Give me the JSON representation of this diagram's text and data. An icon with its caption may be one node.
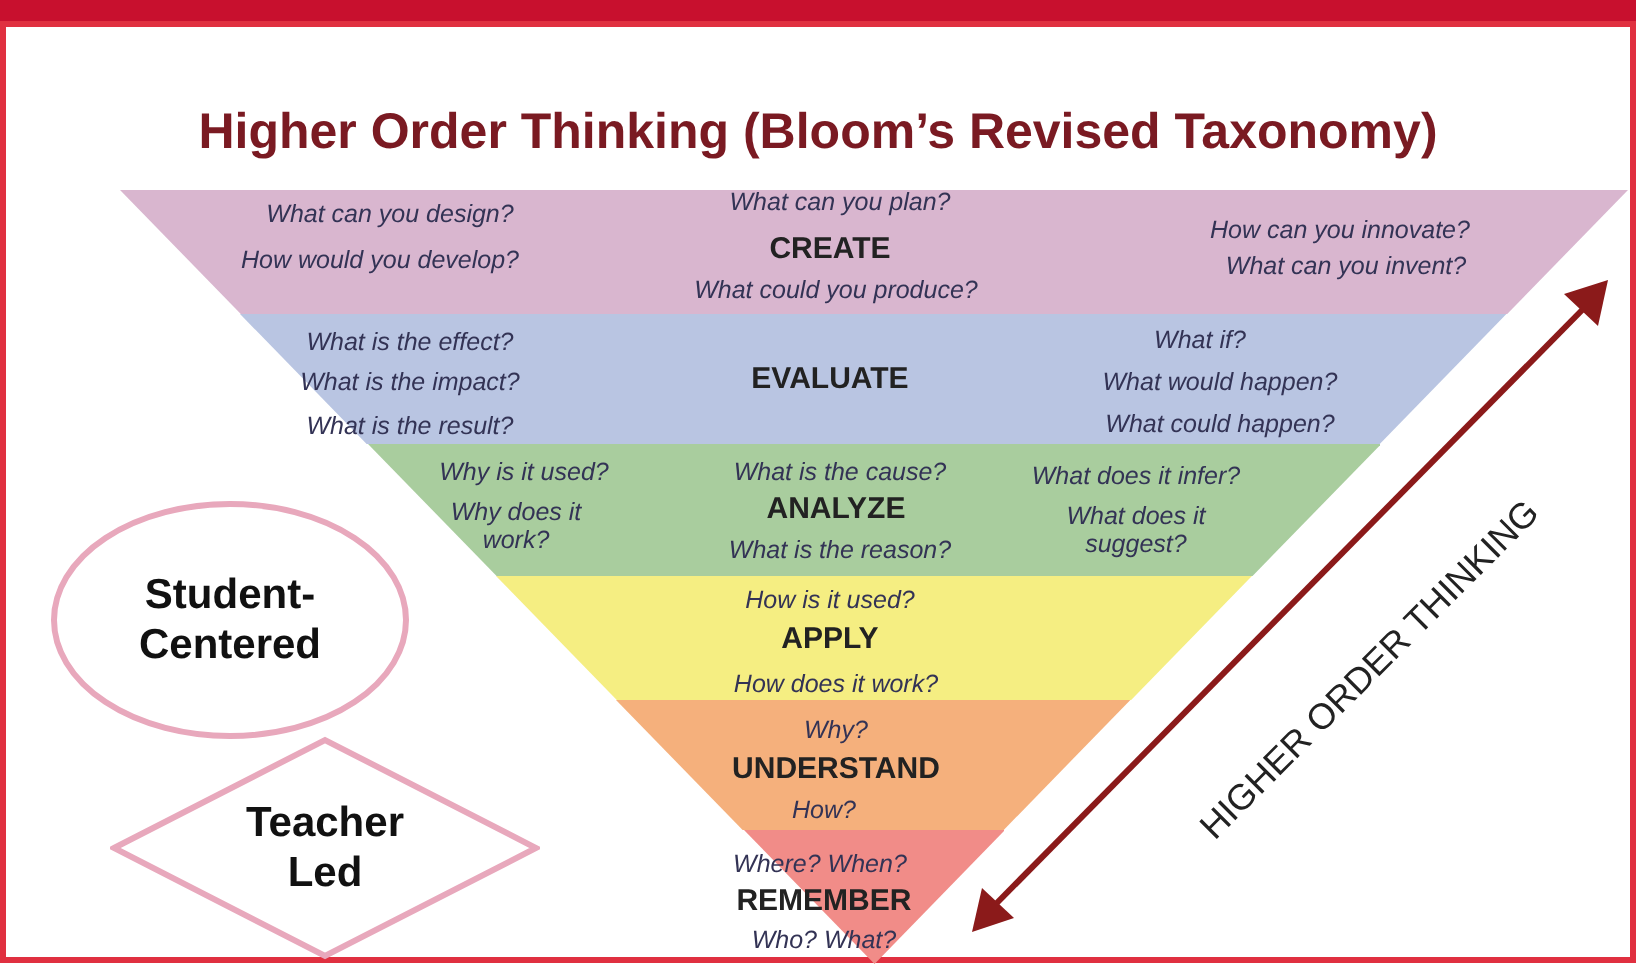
{
  "diagram": {
    "title": "Higher Order Thinking (Bloom’s Revised Taxonomy)",
    "nodes": [
      {
        "text": [
          "What can you design?",
          "How would you develop?",
          "What can you plan?",
          "CREATE",
          "What could you produce?",
          "How can you innovate?",
          "What can you invent?"
        ]
      },
      {
        "text": [
          "What is the effect?",
          "What is the impact?",
          "What is the result?",
          "EVALUATE",
          "What if?",
          "What would happen?",
          "What could happen?"
        ]
      },
      {
        "text": [
          "Why is it used?",
          "Why does it work?",
          "What is the cause?",
          "ANALYZE",
          "What is the reason?",
          "What does it infer?",
          "What does it suggest?"
        ]
      },
      {
        "text": [
          "How is it used?",
          "APPLY",
          "How does it work?"
        ]
      },
      {
        "text": [
          "Why?",
          "UNDERSTAND",
          "How?"
        ]
      },
      {
        "text": [
          "Where? When?",
          "REMEMBER",
          "Who? What?"
        ]
      },
      {
        "text": [
          "Student-Centered"
        ]
      },
      {
        "text": [
          "Teacher Led"
        ]
      }
    ],
    "labels": [
      "HIGHER ORDER THINKING"
    ]
  }
}
